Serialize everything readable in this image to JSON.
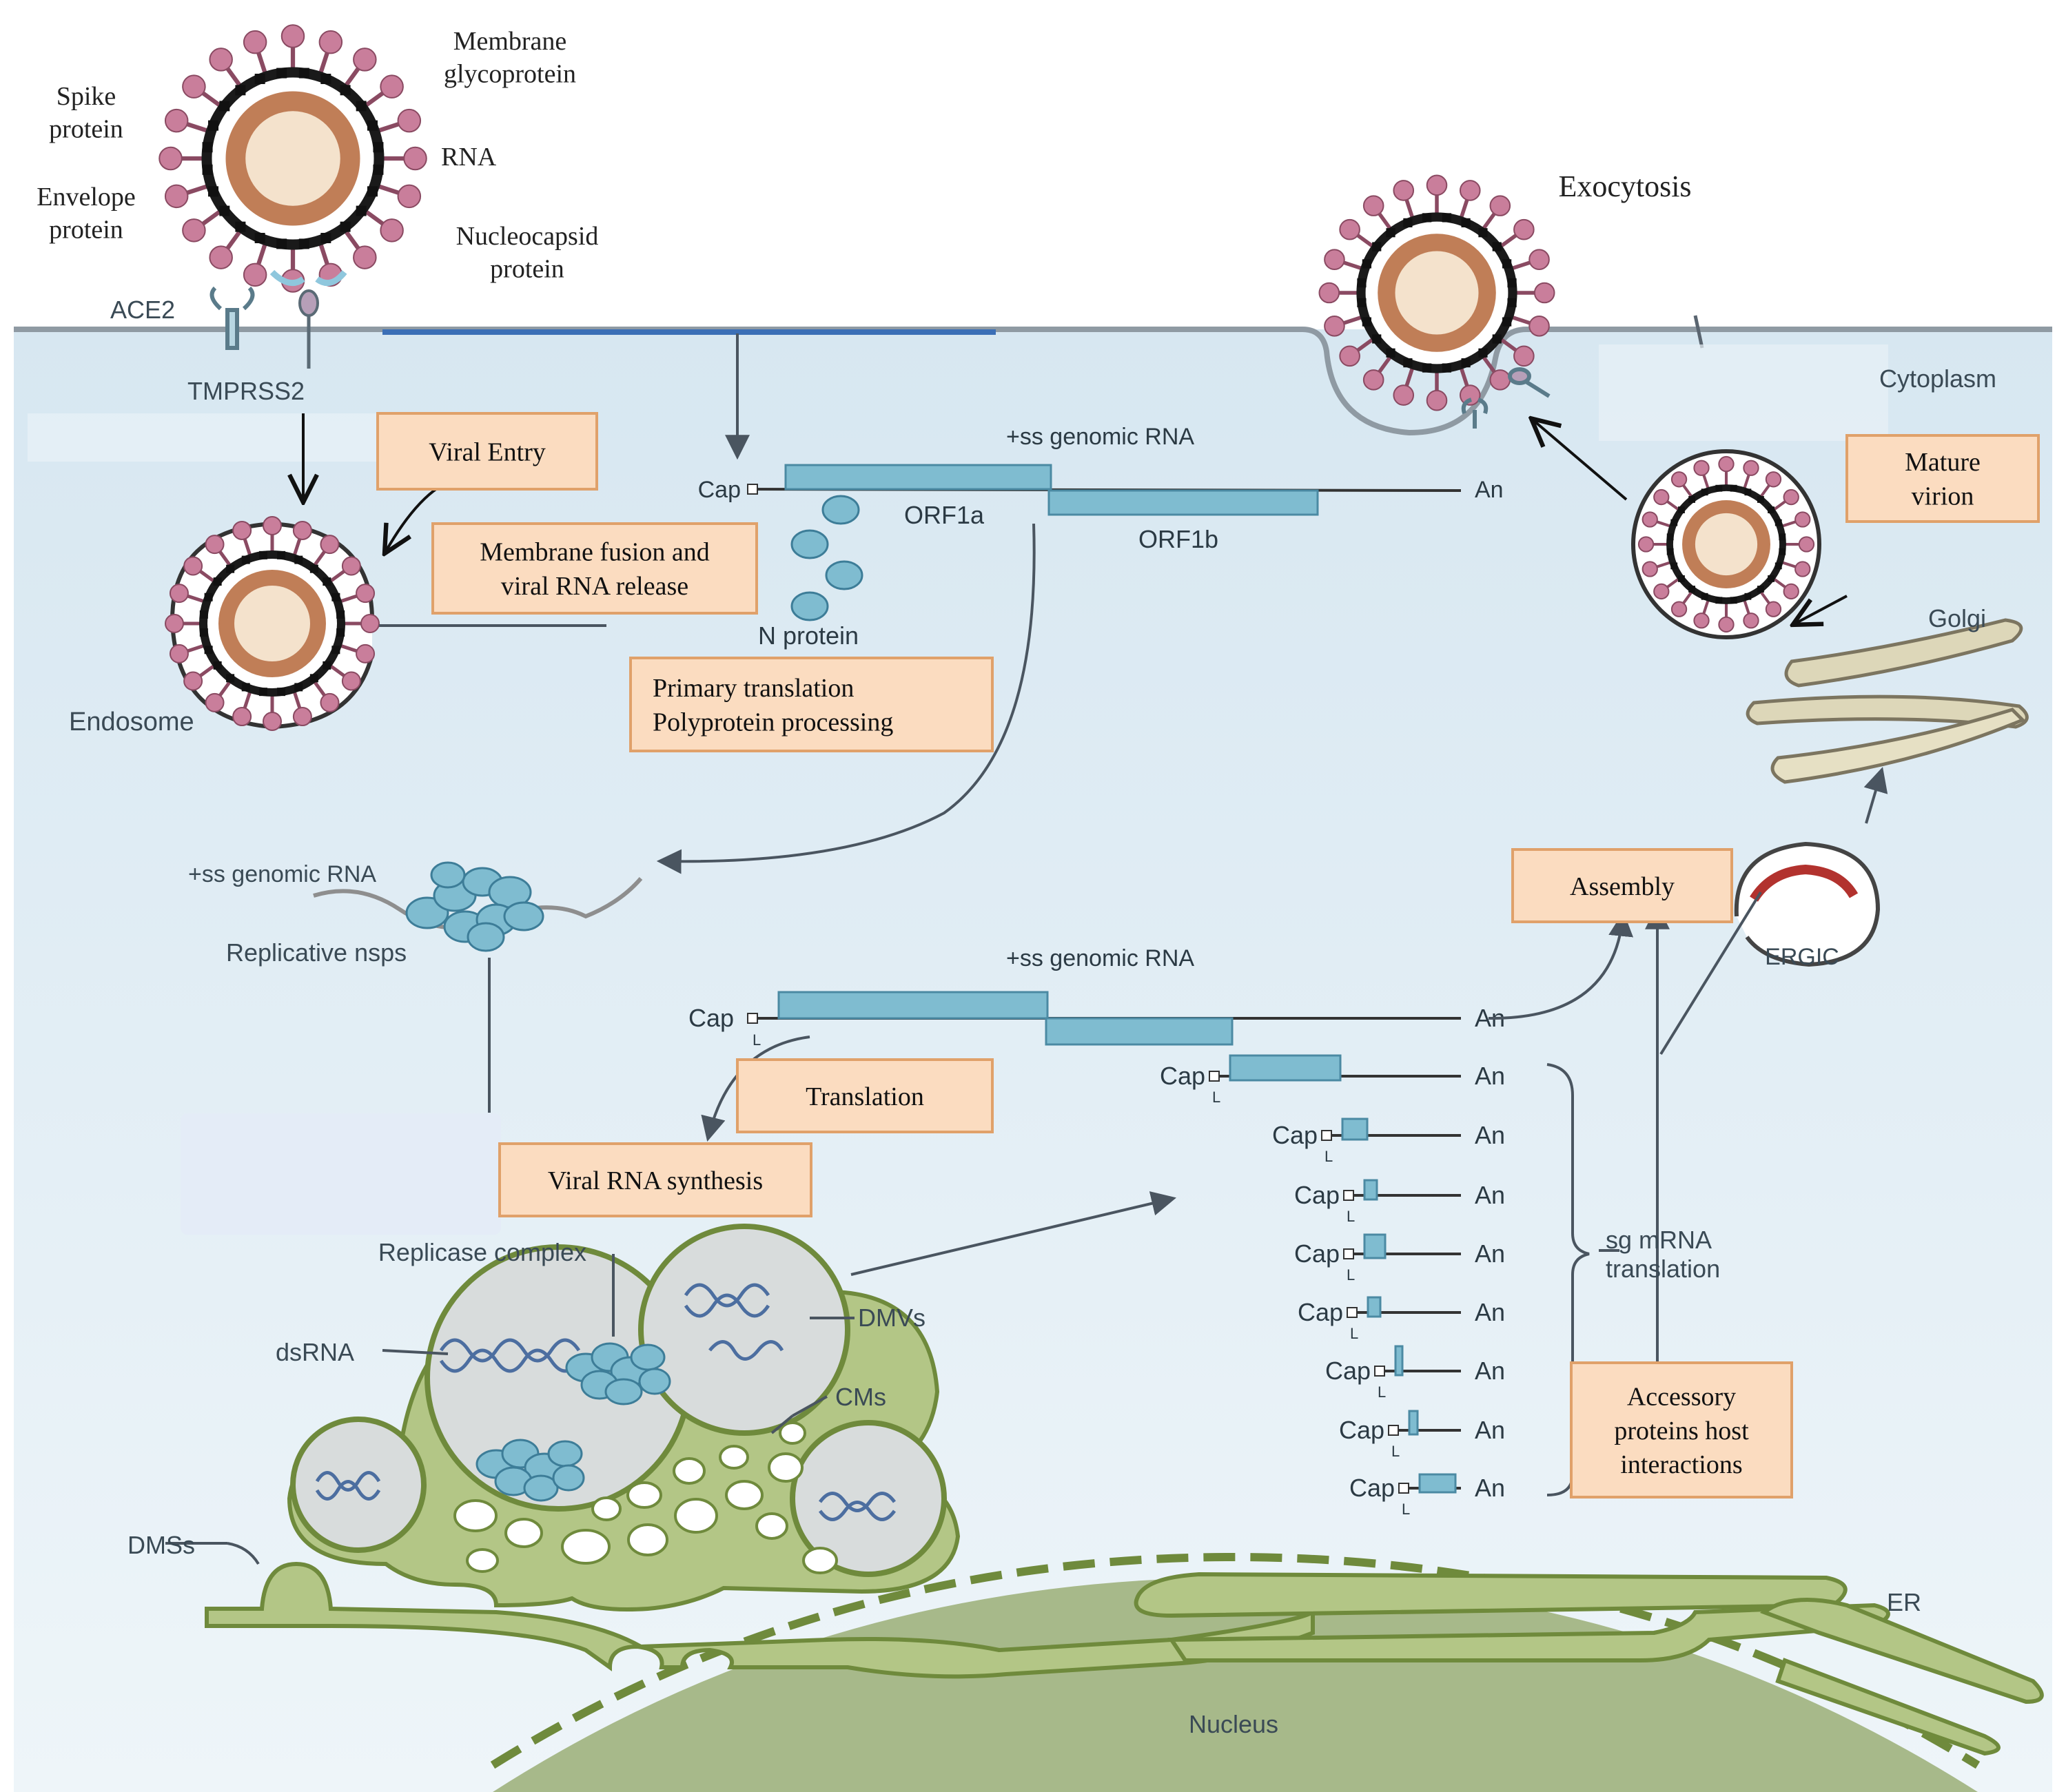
{
  "labels": {
    "membrane_glycoprotein": [
      "Membrane",
      "glycoprotein"
    ],
    "spike_protein": [
      "Spike",
      "protein"
    ],
    "rna": "RNA",
    "envelope_protein": [
      "Envelope",
      "protein"
    ],
    "nucleocapsid_protein": [
      "Nucleocapsid",
      "protein"
    ],
    "ace2": "ACE2",
    "tmprss2": "TMPRSS2",
    "exocytosis": "Exocytosis",
    "cytoplasm": "Cytoplasm",
    "genomic_rna": "+ss genomic RNA",
    "cap": "Cap",
    "an": "An",
    "l": "L",
    "orf1a": "ORF1a",
    "orf1b": "ORF1b",
    "n_protein": "N protein",
    "endosome": "Endosome",
    "golgi": "Golgi",
    "replicative_nsps": "Replicative nsps",
    "ergic": "ERGIC",
    "replicase_complex": "Replicase complex",
    "dmvs": "DMVs",
    "dsrna": "dsRNA",
    "cms": "CMs",
    "dmss": "DMSs",
    "sg_mrna": [
      "sg mRNA",
      "translation"
    ],
    "er": "ER",
    "nucleus": "Nucleus"
  },
  "boxes": {
    "viral_entry": [
      "Viral Entry"
    ],
    "membrane_fusion": [
      "Membrane fusion and",
      "viral RNA release"
    ],
    "primary_translation": [
      "Primary translation",
      "Polyprotein processing"
    ],
    "mature_virion": [
      "Mature",
      "virion"
    ],
    "assembly": [
      "Assembly"
    ],
    "translation": [
      "Translation"
    ],
    "viral_rna_synthesis": [
      "Viral RNA synthesis"
    ],
    "accessory": [
      "Accessory",
      "proteins host",
      "interactions"
    ]
  },
  "colors": {
    "cell": "#e3eef5",
    "box_fill": "#fbdcc0",
    "box_stroke": "#e0a16a",
    "er_green": "#b3c686",
    "er_dark": "#6f8a3c",
    "rna_blue": "#7fbcd0",
    "rna_stroke": "#4b8aa3",
    "spike": "#c97e9b",
    "membrane_dark": "#1a1a1a",
    "capsid": "#b5673a",
    "core": "#f4e2cc"
  }
}
